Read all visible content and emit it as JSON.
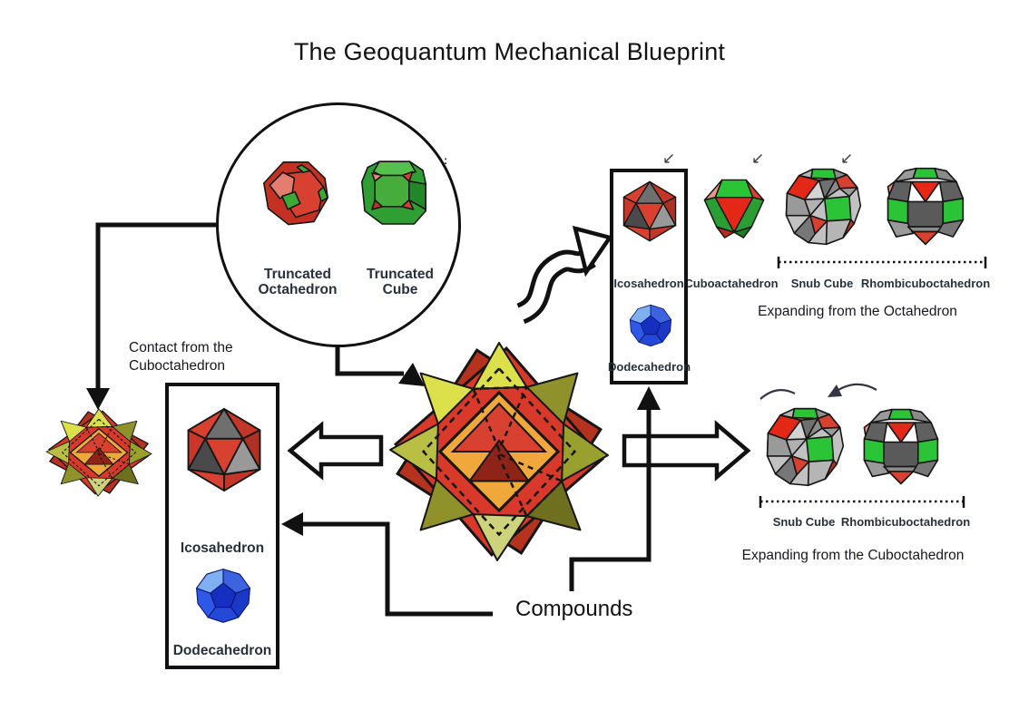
{
  "title": "The Geoquantum Mechanical Blueprint",
  "bubble": {
    "truncated_octahedron": "Truncated Octahedron",
    "truncated_cube": "Truncated Cube"
  },
  "annotations": {
    "contact": "Contact from the Cuboctahedron",
    "compounds": "Compounds",
    "expanding_octahedron": "Expanding from the Octahedron",
    "expanding_cuboctahedron": "Expanding from the Cuboctahedron",
    "stray_colon": ":",
    "sw_arrow": "↙"
  },
  "left_box": {
    "icosahedron": "Icosahedron",
    "dodecahedron": "Dodecahedron"
  },
  "right_box": {
    "icosahedron": "Icosahedron",
    "dodecahedron": "Dodecahedron"
  },
  "octahedron_row": {
    "cuboctahedron": "Cuboactahedron",
    "snub_cube": "Snub Cube",
    "rhombicuboctahedron": "Rhombicuboctahedron"
  },
  "cuboctahedron_row": {
    "snub_cube": "Snub Cube",
    "rhombicuboctahedron": "Rhombicuboctahedron"
  },
  "colors": {
    "red": "#d8402f",
    "green": "#2bc437",
    "blue": "#1d3ad6",
    "gray": "#8a8a8a",
    "orange": "#f0a83a",
    "olive": "#8f922b",
    "outline": "#161616"
  }
}
